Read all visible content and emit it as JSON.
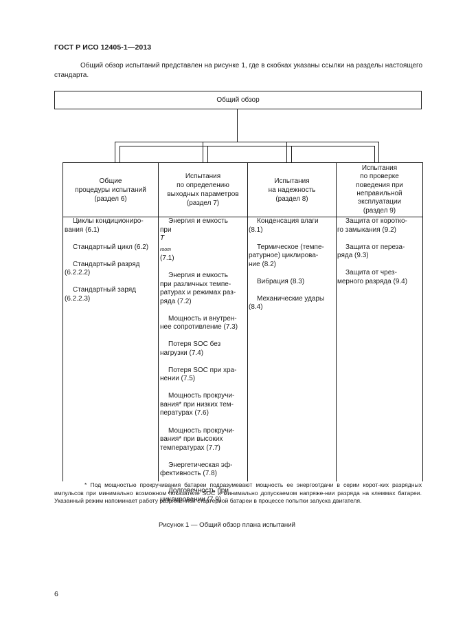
{
  "header": {
    "title": "ГОСТ Р ИСО 12405-1—2013"
  },
  "intro": "Общий обзор испытаний представлен на рисунке 1, где в скобках указаны ссылки на разделы настоящего стандарта.",
  "overview": "Общий обзор",
  "columns": [
    {
      "header_lines": [
        "Общие",
        "процедуры испытаний",
        "(раздел 6)"
      ],
      "items": [
        {
          "lines": [
            "Циклы кондициониро-",
            "вания (6.1)"
          ]
        },
        {
          "lines": [
            "Стандартный цикл (6.2)"
          ]
        },
        {
          "lines": [
            "Стандартный разряд",
            "(6.2.2.2)"
          ]
        },
        {
          "lines": [
            "Стандартный заряд",
            "(6.2.2.3)"
          ]
        }
      ]
    },
    {
      "header_lines": [
        "Испытания",
        "по определению",
        "выходных параметров",
        "(раздел 7)"
      ],
      "items": [
        {
          "lines": [
            "Энергия и емкость",
            "при T(7.1)"
          ],
          "troom": true
        },
        {
          "lines": [
            "Энергия и емкость",
            "при различных темпе-",
            "ратурах и режимах раз-",
            "ряда (7.2)"
          ]
        },
        {
          "lines": [
            "Мощность и внутрен-",
            "нее сопротивление (7.3)"
          ]
        },
        {
          "lines": [
            "Потеря SOC без",
            "нагрузки (7.4)"
          ]
        },
        {
          "lines": [
            "Потеря SOC при хра-",
            "нении (7.5)"
          ]
        },
        {
          "lines": [
            "Мощность прокручи-",
            "вания* при низких тем-",
            "пературах (7.6)"
          ]
        },
        {
          "lines": [
            "Мощность прокручи-",
            "вания* при высоких",
            "температурах (7.7)"
          ]
        },
        {
          "lines": [
            "Энергетическая эф-",
            "фективность (7.8)"
          ]
        },
        {
          "lines": [
            "Долговечность при",
            "циклировании (7.9)"
          ]
        }
      ]
    },
    {
      "header_lines": [
        "Испытания",
        "на надежность",
        "(раздел 8)"
      ],
      "items": [
        {
          "lines": [
            "Конденсация влаги",
            "(8.1)"
          ]
        },
        {
          "lines": [
            "Термическое (темпе-",
            "ратурное) циклирова-",
            "ние (8.2)"
          ]
        },
        {
          "lines": [
            "Вибрация (8.3)"
          ]
        },
        {
          "lines": [
            "Механические удары",
            "(8.4)"
          ]
        }
      ]
    },
    {
      "header_lines": [
        "Испытания",
        "по проверке",
        "поведения при",
        "неправильной",
        "эксплуатации",
        "(раздел 9)"
      ],
      "items": [
        {
          "lines": [
            "Защита от коротко-",
            "го замыкания (9.2)"
          ]
        },
        {
          "lines": [
            "Защита от переза-",
            "ряда (9.3)"
          ]
        },
        {
          "lines": [
            "Защита от чрез-",
            "мерного разряда (9.4)"
          ]
        }
      ]
    }
  ],
  "troom": {
    "letter": "T",
    "sub": "room",
    "prefix": "при ",
    "suffix": " (7.1)"
  },
  "footnote": "* Под мощностью прокручивания батареи подразумевают мощность ее энергоотдачи в серии корот-ких разрядных импульсов при минимально возможном показателе SOC и минимально допускаемом напряже-нии разряда на клеммах батареи. Указанный режим напоминает работу разряженной стартерной батареи в процессе попытки запуска двигателя.",
  "caption": "Рисунок 1 — Общий обзор плана испытаний",
  "page_number": "6"
}
